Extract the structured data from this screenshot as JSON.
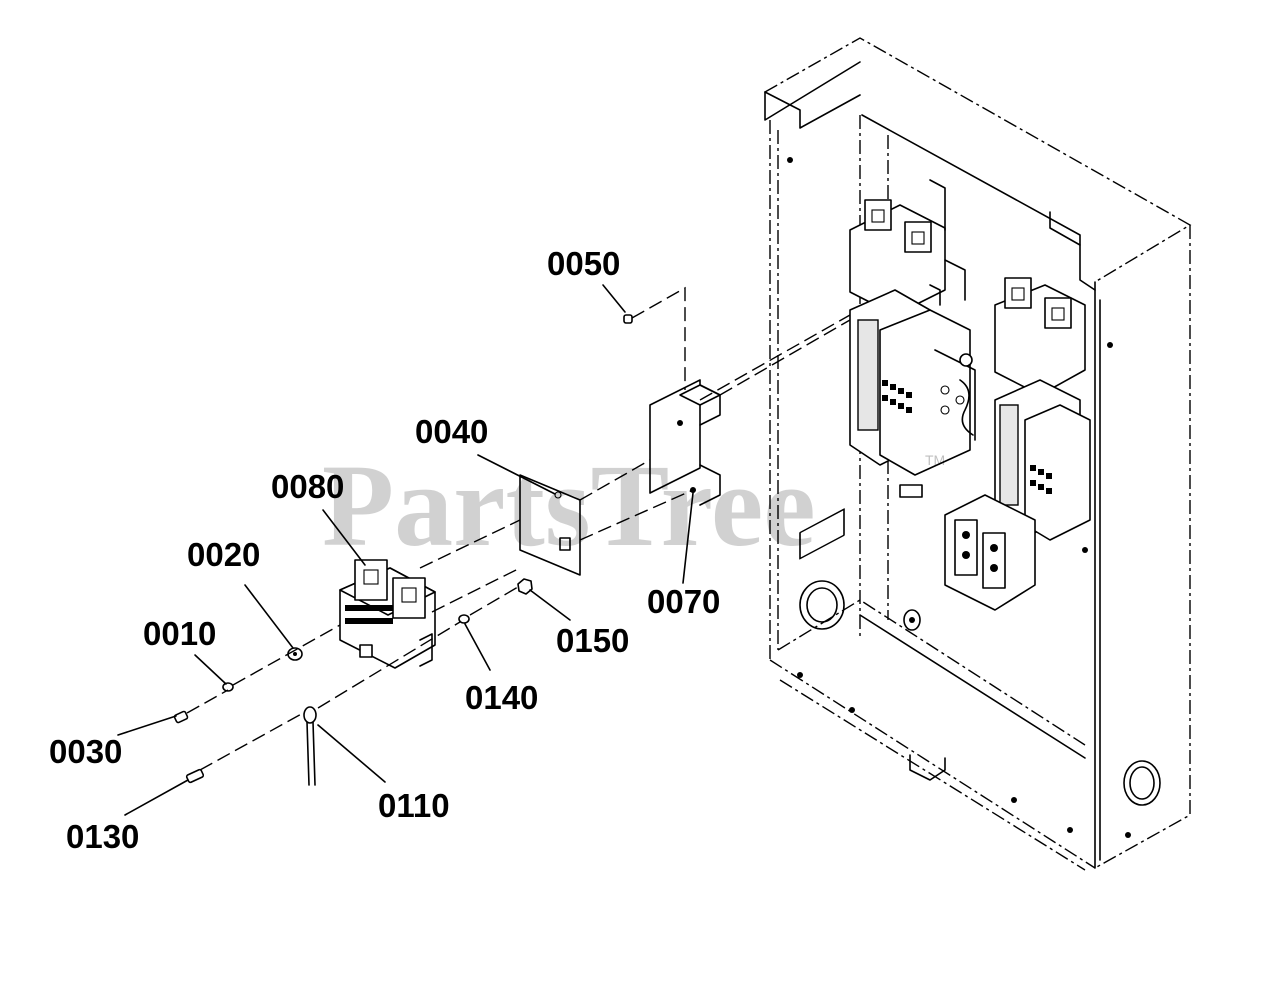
{
  "watermark": "PartsTree",
  "trademark": "TM",
  "callouts": {
    "c0010": "0010",
    "c0020": "0020",
    "c0030": "0030",
    "c0040": "0040",
    "c0050": "0050",
    "c0070": "0070",
    "c0080": "0080",
    "c0110": "0110",
    "c0130": "0130",
    "c0140": "0140",
    "c0150": "0150"
  }
}
